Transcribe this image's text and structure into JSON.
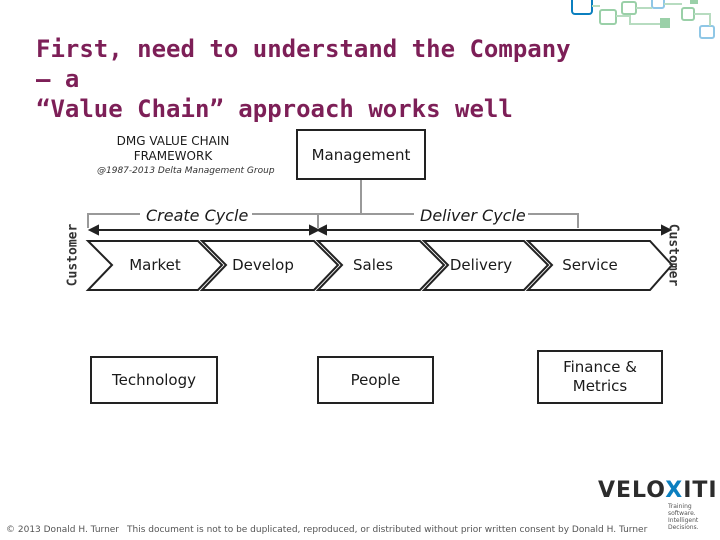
{
  "header": {
    "title_line1": "First, need to understand the Company – a",
    "title_line2": "“Value Chain” approach works well"
  },
  "framework": {
    "title": "DMG VALUE CHAIN FRAMEWORK",
    "copyright": "@1987-2013 Delta Management Group",
    "management": "Management",
    "create_cycle": "Create Cycle",
    "deliver_cycle": "Deliver Cycle",
    "customer_left": "Customer",
    "customer_right": "Customer",
    "chain": [
      "Market",
      "Develop",
      "Sales",
      "Delivery",
      "Service"
    ],
    "support": {
      "technology": "Technology",
      "people": "People",
      "finance": "Finance & Metrics"
    }
  },
  "branding": {
    "logo_prefix": "VELO",
    "logo_x": "X",
    "logo_suffix": "ITI",
    "tagline": "Training software. Intelligent Decisions.",
    "accent_color": "#0b7fbf",
    "title_color": "#7d1f57"
  },
  "footer": {
    "left": "© 2013 Donald H. Turner",
    "right": "This document is not to be duplicated, reproduced, or distributed without prior written consent by Donald H. Turner"
  }
}
